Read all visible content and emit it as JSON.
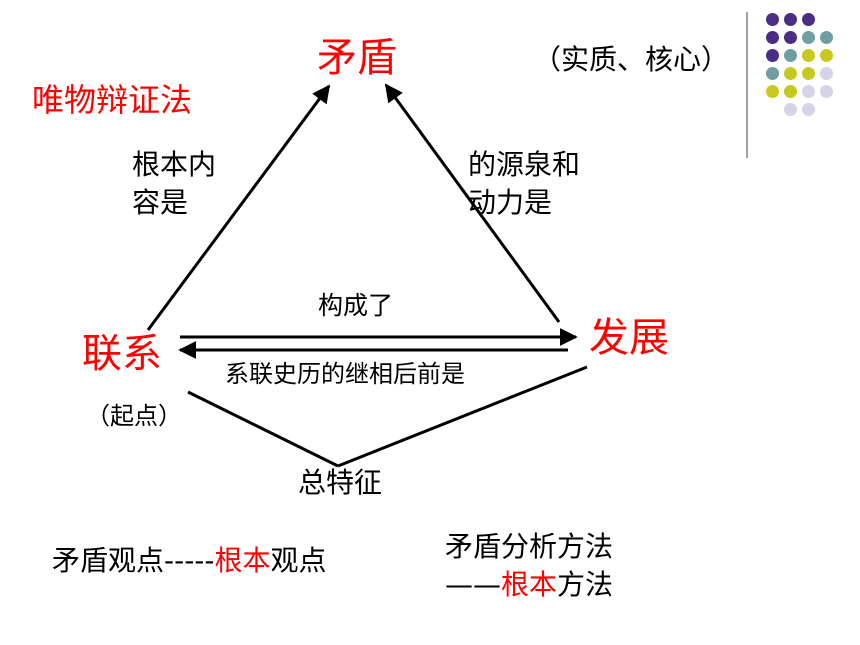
{
  "top_node": "矛盾",
  "top_note": "（实质、核心）",
  "method_title": "唯物辩证法",
  "left_edge_text": [
    "根本内",
    "容是"
  ],
  "right_edge_text": [
    "的源泉和",
    "动力是"
  ],
  "left_node": "联系",
  "right_node": "发展",
  "left_note": "（起点）",
  "arrow_right_label": "构成了",
  "arrow_left_label": "系联史历的继相后前是",
  "bottom_label": "总特征",
  "view_prefix": "矛盾观点-----",
  "view_emphasis": "根本",
  "view_suffix": "观点",
  "method_line1": "矛盾分析方法",
  "method_line2_prefix": "——",
  "method_line2_emphasis": "根本",
  "method_line2_suffix": "方法",
  "colors": {
    "emphasis": "#ff0000",
    "dot_purple": "#4b2e83",
    "dot_teal": "#6f9da0",
    "dot_yellow": "#c8c820",
    "dot_lavender": "#d4d4e6",
    "divider": "#a0a0a0"
  }
}
